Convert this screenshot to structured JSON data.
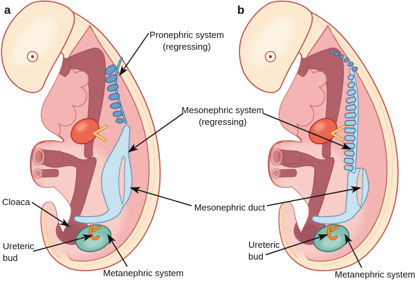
{
  "figure": {
    "panels": [
      {
        "letter": "a"
      },
      {
        "letter": "b"
      }
    ],
    "labels": {
      "pronephric_system": {
        "line1": "Pronephric system",
        "line2": "(regressing)"
      },
      "mesonephric_system": {
        "line1": "Mesonephric system",
        "line2": "(regressing)"
      },
      "mesonephric_duct": {
        "text": "Mesonephric duct"
      },
      "cloaca": {
        "text": "Cloaca"
      },
      "ureteric_bud_a": {
        "line1": "Ureteric",
        "line2": "bud"
      },
      "ureteric_bud_b": {
        "line1": "Ureteric",
        "line2": "bud"
      },
      "metanephric_system_a": {
        "text": "Metanephric system"
      },
      "metanephric_system_b": {
        "text": "Metanephric system"
      }
    },
    "colors": {
      "background": "#ffffff",
      "text": "#111111",
      "outline": "#bd5148",
      "cream": "#fce9cf",
      "cream_light": "#fdf3e2",
      "pink": "#f3b4b3",
      "pink_dark": "#c96f6b",
      "pink_light": "#f8cdc8",
      "mauve": "#b16069",
      "mauve_dark": "#9a4a53",
      "cloaca_fill": "#a25460",
      "lumen_red": "#ab3434",
      "red_organ": "#eb674e",
      "red_dark": "#a92d23",
      "red_light": "#f59a85",
      "yellow": "#f7dc9e",
      "yellow_dark": "#d0882c",
      "blue_fill": "#6b9ec7",
      "blue_dark": "#33679c",
      "blue_light": "#c8e2f0",
      "blue_mid": "#5f93bd",
      "tubule": "#a9cee5",
      "teal": "#82bfb2",
      "teal_dark": "#33796f",
      "teal_light": "#a9d4c8",
      "orange": "#f0a03a",
      "orange_dark": "#bd5c17",
      "peach": "#f8d0a8"
    }
  }
}
